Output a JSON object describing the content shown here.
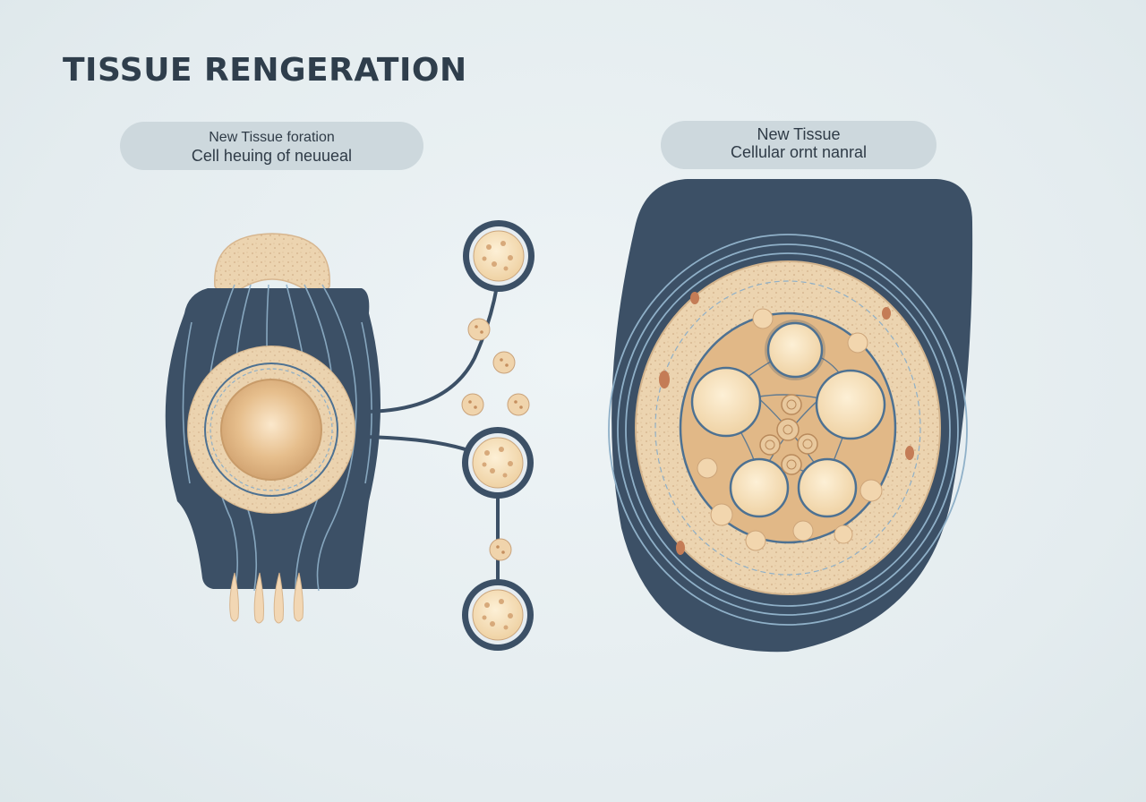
{
  "diagram": {
    "title": "TISSUE RENGERATION",
    "left_label": {
      "line1": "New Tissue foration",
      "line2": "Cell heuing of neuueal"
    },
    "right_label": {
      "line1": "New Tissue",
      "line2": "Cellular ornt nanral"
    }
  },
  "colors": {
    "background": "#e6eef1",
    "navy": "#3c5066",
    "tissue_tan": "#e3c9a4",
    "cell_fill": "#f3dcb4",
    "membrane_blue": "#4d7192",
    "pill_bg": "#cdd8dd",
    "title_text": "#2f3e4c"
  }
}
